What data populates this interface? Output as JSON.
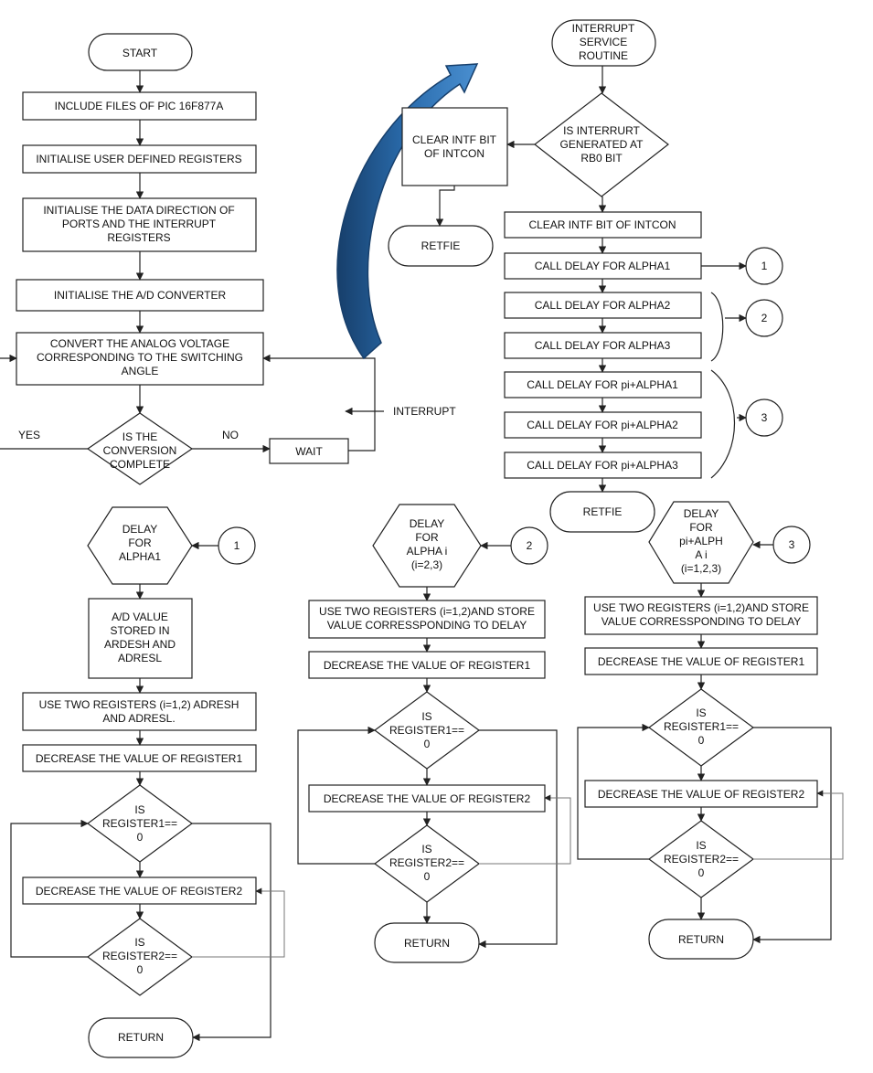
{
  "main": {
    "start": "START",
    "include": "INCLUDE FILES OF PIC 16F877A",
    "init_user": "INITIALISE USER DEFINED REGISTERS",
    "init_ports": [
      "INITIALISE THE DATA DIRECTION OF",
      "PORTS AND THE INTERRUPT",
      "REGISTERS"
    ],
    "init_adc": "INITIALISE THE A/D CONVERTER",
    "convert": [
      "CONVERT THE ANALOG VOLTAGE",
      "CORRESPONDING TO THE SWITCHING",
      "ANGLE"
    ],
    "decision": [
      "IS THE",
      "CONVERSION",
      "COMPLETE"
    ],
    "yes": "YES",
    "no": "NO",
    "wait": "WAIT",
    "interrupt": "INTERRUPT"
  },
  "isr": {
    "title": [
      "INTERRUPT",
      "SERVICE",
      "ROUTINE"
    ],
    "decision": [
      "IS INTERRURT",
      "GENERATED AT",
      "RB0 BIT"
    ],
    "clear_left": [
      "CLEAR INTF BIT",
      "OF INTCON"
    ],
    "retfie_left": "RETFIE",
    "clear": "CLEAR INTF BIT OF INTCON",
    "steps": [
      "CALL DELAY FOR ALPHA1",
      "CALL DELAY FOR ALPHA2",
      "CALL DELAY FOR ALPHA3",
      "CALL DELAY FOR pi+ALPHA1",
      "CALL DELAY FOR pi+ALPHA2",
      "CALL DELAY FOR pi+ALPHA3"
    ],
    "retfie": "RETFIE",
    "connectors": [
      "1",
      "2",
      "3"
    ]
  },
  "delay1": {
    "title": [
      "DELAY",
      "FOR",
      "ALPHA1"
    ],
    "connector": "1",
    "ad_value": [
      "A/D VALUE",
      "STORED IN",
      "ARDESH AND",
      "ADRESL"
    ],
    "use": [
      "USE TWO REGISTERS (i=1,2) ADRESH",
      "AND ADRESL."
    ],
    "dec1": "DECREASE THE VALUE OF REGISTER1",
    "q1": [
      "IS",
      "REGISTER1==",
      "0"
    ],
    "dec2": "DECREASE THE VALUE OF REGISTER2",
    "q2": [
      "IS",
      "REGISTER2==",
      "0"
    ],
    "ret": "RETURN"
  },
  "delay2": {
    "title": [
      "DELAY",
      "FOR",
      "ALPHA i",
      "(i=2,3)"
    ],
    "connector": "2",
    "use": [
      "USE TWO REGISTERS (i=1,2)AND STORE",
      "VALUE CORRESSPONDING TO DELAY"
    ],
    "dec1": "DECREASE THE VALUE OF REGISTER1",
    "q1": [
      "IS",
      "REGISTER1==",
      "0"
    ],
    "dec2": "DECREASE THE VALUE OF REGISTER2",
    "q2": [
      "IS",
      "REGISTER2==",
      "0"
    ],
    "ret": "RETURN"
  },
  "delay3": {
    "title": [
      "DELAY",
      "FOR",
      "pi+ALPH",
      "A i",
      "(i=1,2,3)"
    ],
    "connector": "3",
    "use": [
      "USE TWO REGISTERS (i=1,2)AND STORE",
      "VALUE CORRESSPONDING TO DELAY"
    ],
    "dec1": "DECREASE THE VALUE OF REGISTER1",
    "q1": [
      "IS",
      "REGISTER1==",
      "0"
    ],
    "dec2": "DECREASE THE VALUE OF REGISTER2",
    "q2": [
      "IS",
      "REGISTER2==",
      "0"
    ],
    "ret": "RETURN"
  },
  "colors": {
    "arrow": "#2a6cad",
    "arrow_dark": "#173f6b",
    "line": "#222222"
  }
}
